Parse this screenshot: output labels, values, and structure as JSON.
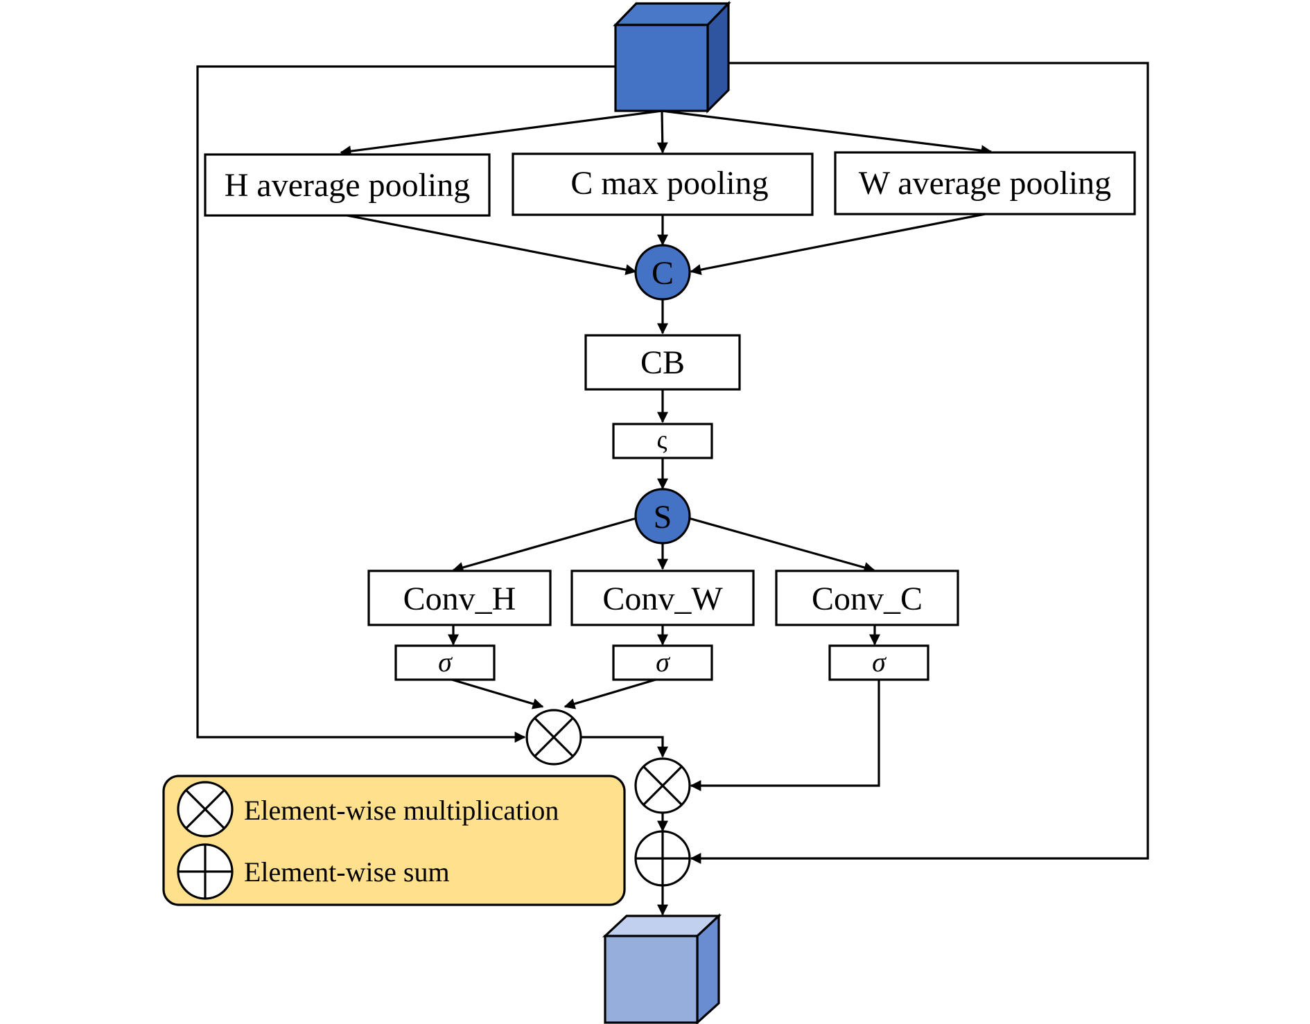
{
  "diagram": {
    "nodes": {
      "h_pool": "H average pooling",
      "c_pool": "C max pooling",
      "w_pool": "W average pooling",
      "concat": "C",
      "cb": "CB",
      "zeta": "ς",
      "split": "S",
      "conv_h": "Conv_H",
      "conv_w": "Conv_W",
      "conv_c": "Conv_C",
      "sigma": "σ"
    },
    "legend": {
      "multiply": "Element-wise multiplication",
      "sum": "Element-wise sum"
    },
    "colors": {
      "input_front": "#4472C4",
      "input_top": "#4A78C8",
      "input_side": "#2F55A0",
      "output_front": "#95AEDC",
      "output_top": "#C0D0EE",
      "output_side": "#6A8CD0",
      "node_fill": "#4472C4",
      "legend_fill": "#FFE08C",
      "line": "#000000"
    }
  }
}
